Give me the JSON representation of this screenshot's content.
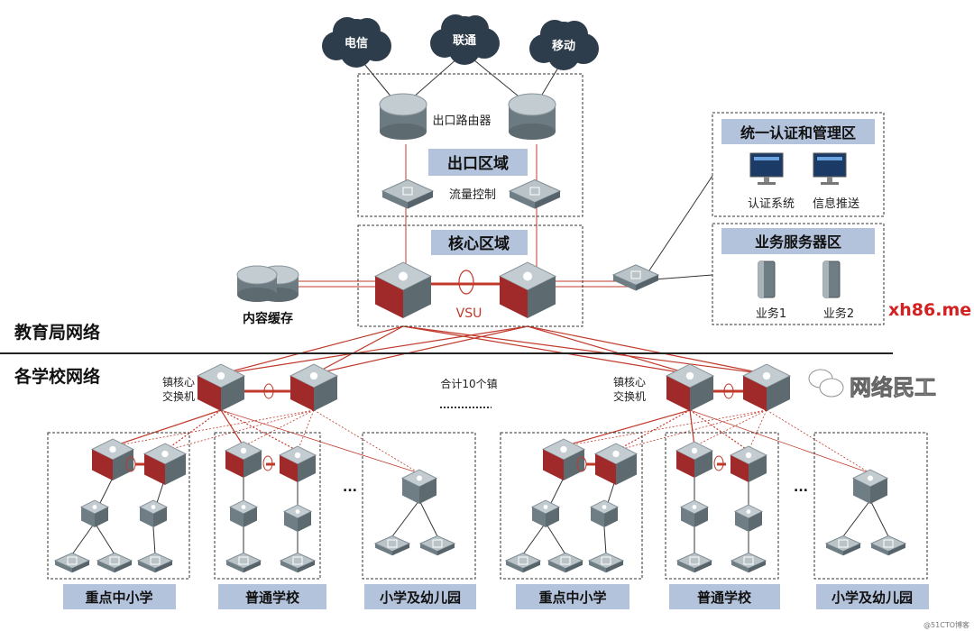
{
  "clouds": [
    "电信",
    "联通",
    "移动"
  ],
  "exit_zone": {
    "title": "出口区域",
    "router_label": "出口路由器",
    "flow_label": "流量控制"
  },
  "core_zone": {
    "title": "核心区域",
    "vsu_label": "VSU"
  },
  "cache_label": "内容缓存",
  "auth_zone": {
    "title": "统一认证和管理区",
    "items": [
      "认证系统",
      "信息推送"
    ]
  },
  "server_zone": {
    "title": "业务服务器区",
    "items": [
      "业务1",
      "业务2"
    ]
  },
  "section_labels": {
    "bureau": "教育局网络",
    "schools": "各学校网络"
  },
  "town": {
    "label_line1": "镇核心",
    "label_line2": "交换机",
    "total_label": "合计10个镇"
  },
  "school_groups": [
    "重点中小学",
    "普通学校",
    "小学及幼儿园",
    "重点中小学",
    "普通学校",
    "小学及幼儿园"
  ],
  "ellipsis": "...",
  "watermarks": {
    "site": "xh86.me",
    "wechat": "网络民工",
    "blog": "@51CTO博客"
  },
  "colors": {
    "link_red": "#c0392b",
    "label_bg": "#b4c3dc",
    "device_gray": "#7f8c93",
    "firewall_red": "#a02a2a",
    "cloud": "#2e3d4c"
  }
}
